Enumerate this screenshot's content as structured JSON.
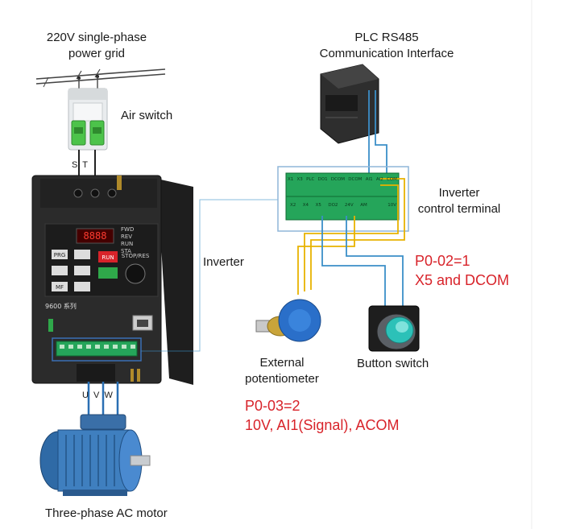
{
  "labels": {
    "grid_line1": "220V single-phase",
    "grid_line2": "power grid",
    "air_switch": "Air switch",
    "plc_line1": "PLC RS485",
    "plc_line2": "Communication Interface",
    "terminal_line1": "Inverter",
    "terminal_line2": "control terminal",
    "inverter": "Inverter",
    "p002_line1": "P0-02=1",
    "p002_line2": "X5 and DCOM",
    "pot_line1": "External",
    "pot_line2": "potentiometer",
    "button_switch": "Button switch",
    "p003_line1": "P0-03=2",
    "p003_line2": "10V, AI1(Signal), ACOM",
    "motor": "Three-phase AC motor",
    "st": "S  T",
    "uvw": "U  V  W"
  },
  "inverter_panel": {
    "model": "9600 系列",
    "display": "8888",
    "run": "RUN",
    "stop": "STOP/RES",
    "prg": "PRG",
    "mf": "MF",
    "led_labels": [
      "FWD",
      "REV",
      "RUN",
      "STA"
    ]
  },
  "terminal_block": {
    "top_row": [
      "X1",
      "X3",
      "PLC",
      "DO1",
      "DCOM",
      "DCOM",
      "AI1",
      "AI2",
      "COM"
    ],
    "bottom_row": [
      "X2",
      "X4",
      "X5",
      "DO2",
      "24V",
      "AM",
      "",
      "",
      "10V"
    ]
  },
  "colors": {
    "wire_yellow": "#e8b200",
    "wire_blue": "#3b8fc8",
    "terminal_green": "#25a55a",
    "highlight": "#d8232a"
  }
}
